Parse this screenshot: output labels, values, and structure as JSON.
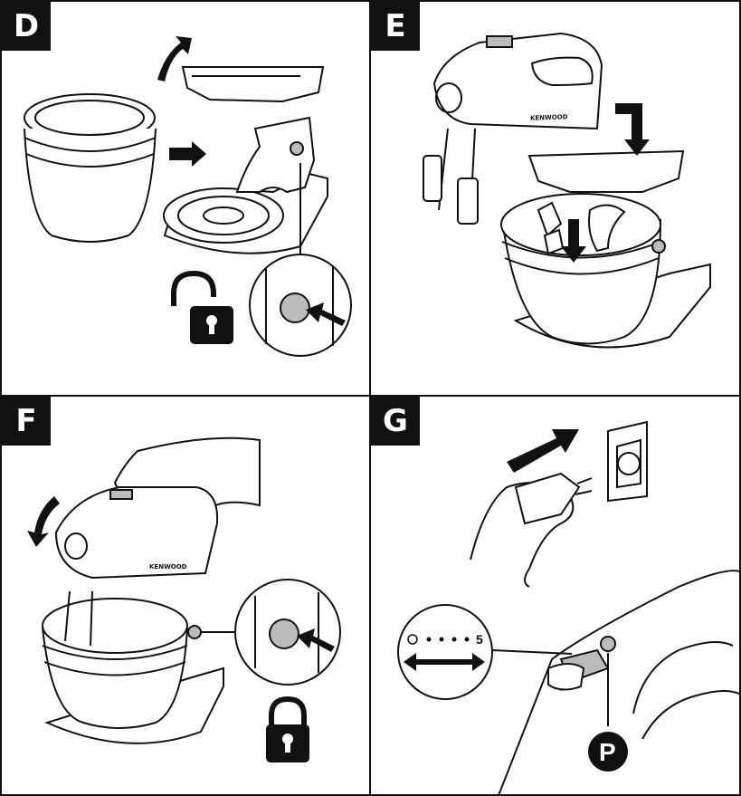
{
  "panels": [
    {
      "id": "D",
      "label": "D"
    },
    {
      "id": "E",
      "label": "E"
    },
    {
      "id": "F",
      "label": "F"
    },
    {
      "id": "G",
      "label": "G"
    }
  ],
  "brand": "KENWOOD",
  "speed_scale": {
    "min": "0",
    "max": "5"
  },
  "pulse_label": "P",
  "colors": {
    "ink": "#111111",
    "button_grey": "#bbbbbb",
    "paper": "#ffffff"
  }
}
